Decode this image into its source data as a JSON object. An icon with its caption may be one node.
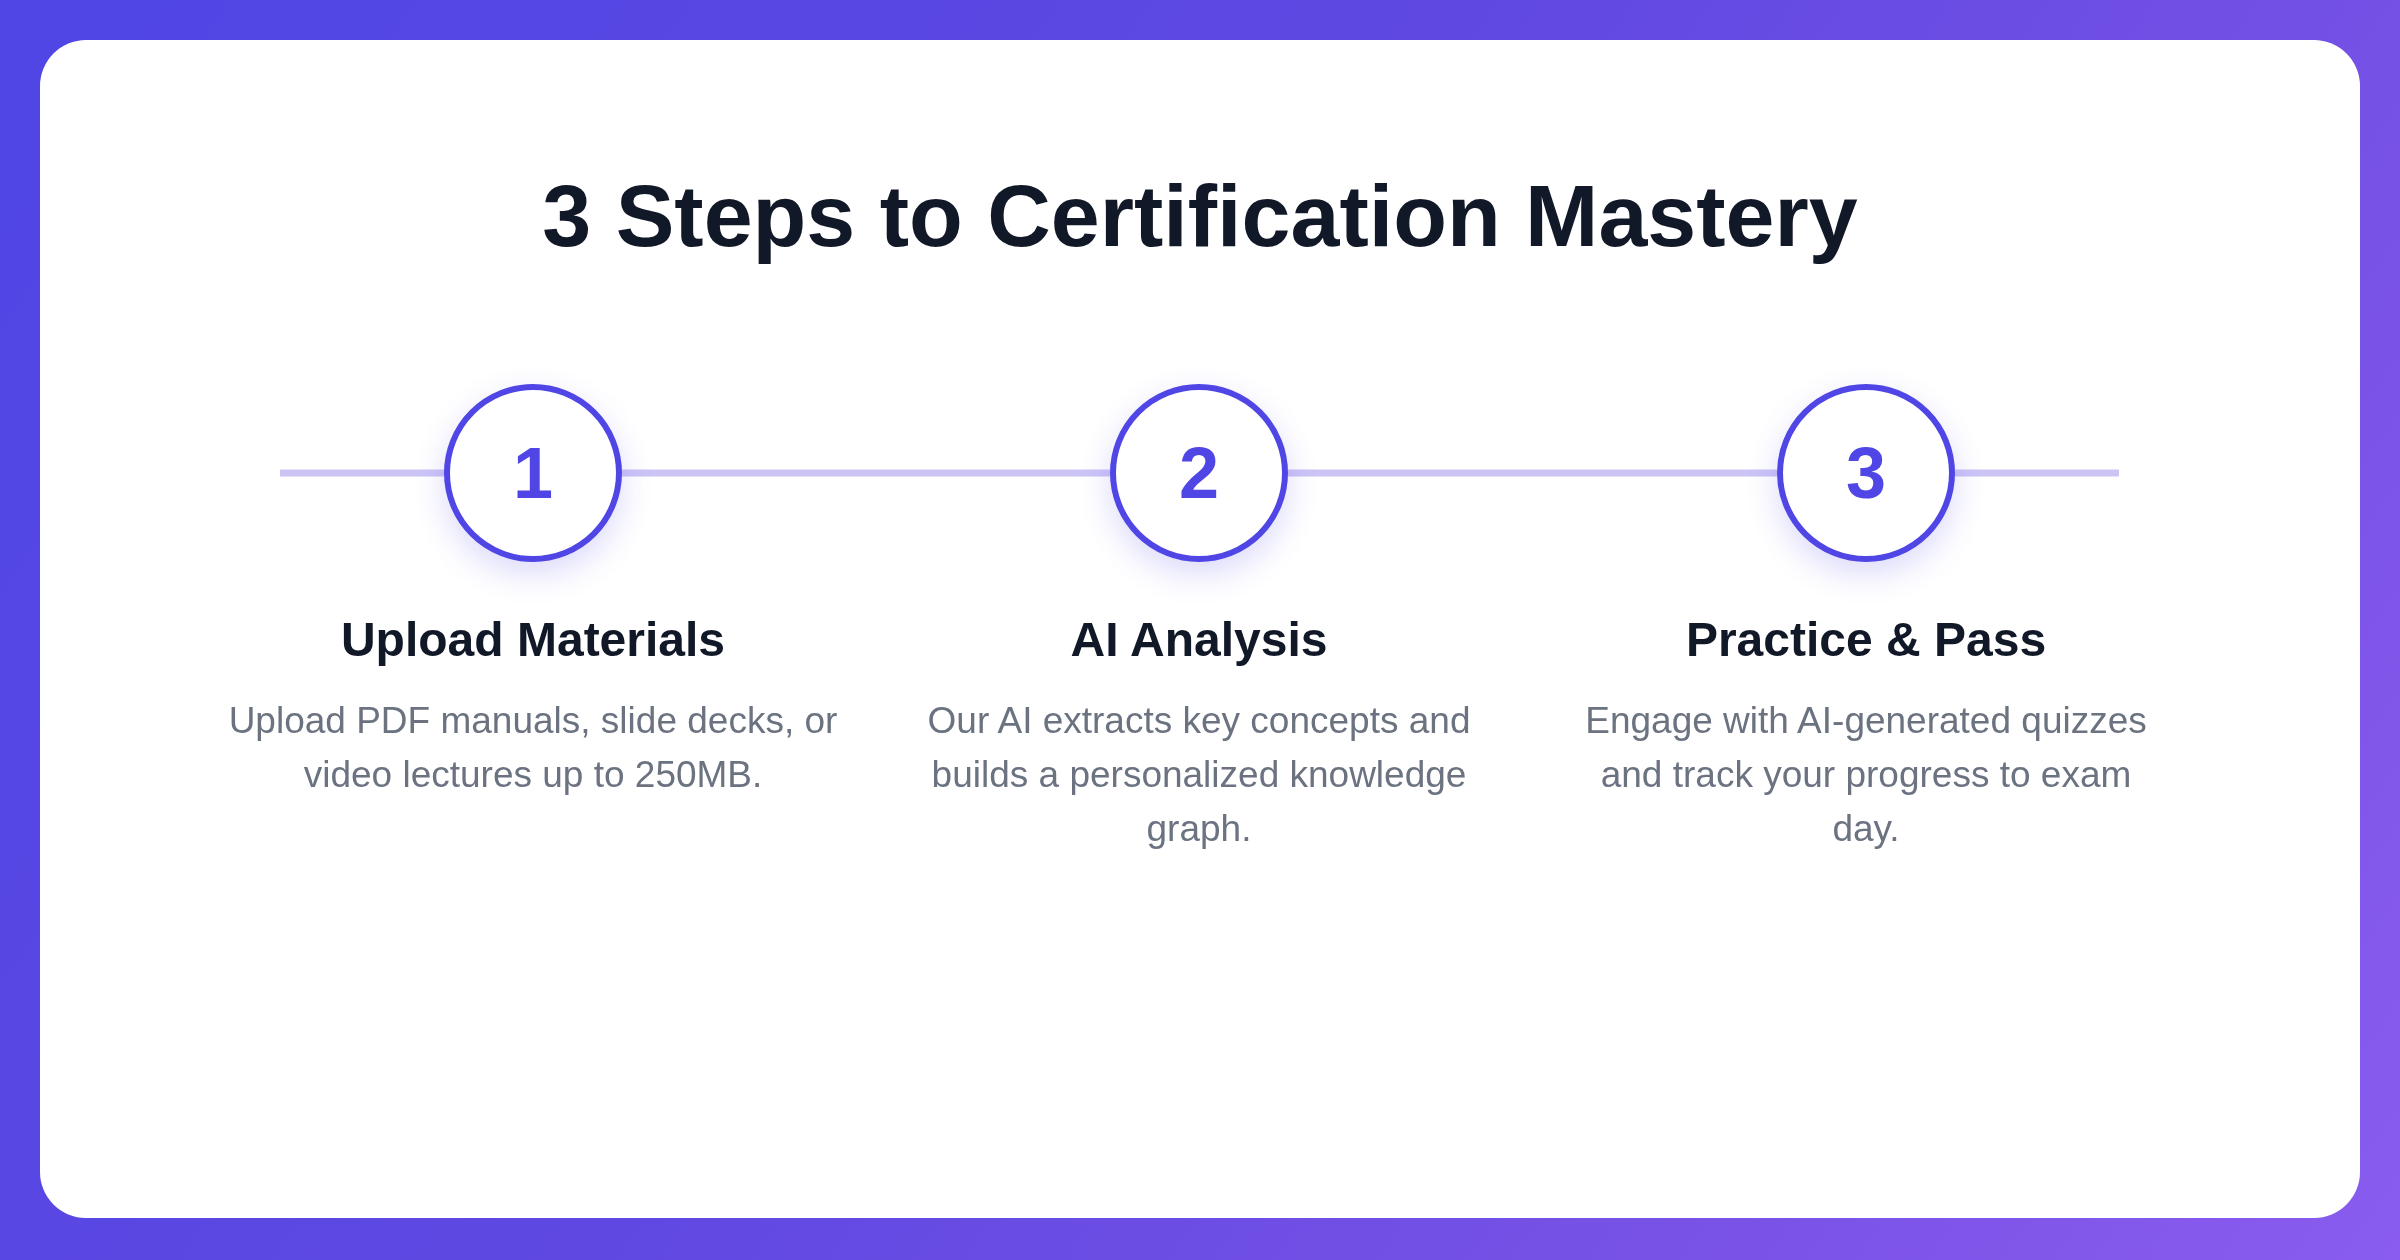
{
  "diagram": {
    "title": "3 Steps to Certification Mastery",
    "nodes": [
      {
        "text": [
          "1"
        ],
        "beside": [
          "Upload Materials",
          "Upload PDF manuals, slide decks, or video lectures up to 250MB."
        ]
      },
      {
        "text": [
          "2"
        ],
        "beside": [
          "AI Analysis",
          "Our AI extracts key concepts and builds a personalized knowledge graph."
        ]
      },
      {
        "text": [
          "3"
        ],
        "beside": [
          "Practice & Pass",
          "Engage with AI-generated quizzes and track your progress to exam day."
        ]
      }
    ],
    "edges": [
      {
        "from": null,
        "to": 0,
        "arrow": "none"
      },
      {
        "from": 0,
        "to": 1,
        "arrow": "none"
      },
      {
        "from": 1,
        "to": 2,
        "arrow": "none"
      },
      {
        "from": 2,
        "to": null,
        "arrow": "none"
      }
    ]
  }
}
